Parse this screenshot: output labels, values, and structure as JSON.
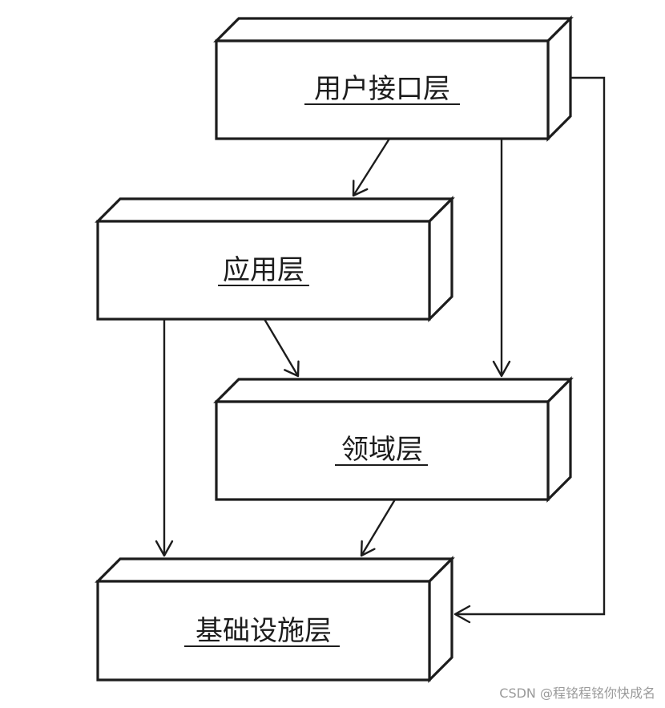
{
  "layers": [
    {
      "id": "ui",
      "label": "用户接口层"
    },
    {
      "id": "app",
      "label": "应用层"
    },
    {
      "id": "domain",
      "label": "领域层"
    },
    {
      "id": "infra",
      "label": "基础设施层"
    }
  ],
  "dependencies": [
    {
      "from": "用户接口层",
      "to": "应用层"
    },
    {
      "from": "用户接口层",
      "to": "领域层"
    },
    {
      "from": "用户接口层",
      "to": "基础设施层"
    },
    {
      "from": "应用层",
      "to": "领域层"
    },
    {
      "from": "应用层",
      "to": "基础设施层"
    },
    {
      "from": "领域层",
      "to": "基础设施层"
    }
  ],
  "watermark": "CSDN @程铭程铭你快成名",
  "colors": {
    "line": "#1c1c1c",
    "background": "#ffffff",
    "watermark": "#9a9a9a"
  }
}
